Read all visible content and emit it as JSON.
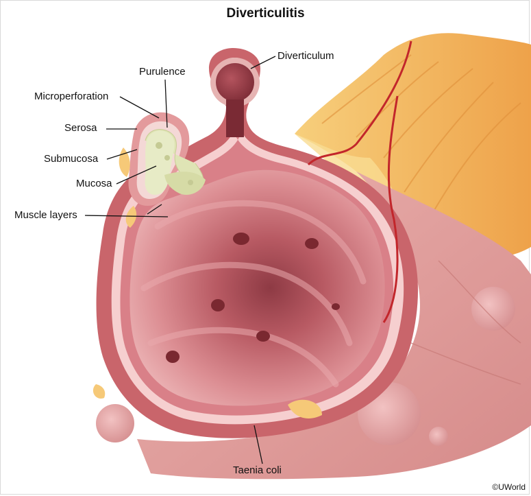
{
  "title": "Diverticulitis",
  "labels": {
    "diverticulum": "Diverticulum",
    "purulence": "Purulence",
    "microperforation": "Microperforation",
    "serosa": "Serosa",
    "submucosa": "Submucosa",
    "mucosa": "Mucosa",
    "muscle_layers": "Muscle layers",
    "taenia_coli": "Taenia coli"
  },
  "copyright": "©UWorld",
  "colors": {
    "mesentery_fat": "#f5b55a",
    "fat_light": "#f8d98c",
    "colon_outer": "#e2a2a0",
    "wall_muscle": "#cf6f72",
    "lumen": "#e8a3a6",
    "lumen_deep": "#a4454f",
    "mucosa_line": "#fbe3e3",
    "purulence": "#e6e9c3",
    "vessel": "#c2262b"
  }
}
